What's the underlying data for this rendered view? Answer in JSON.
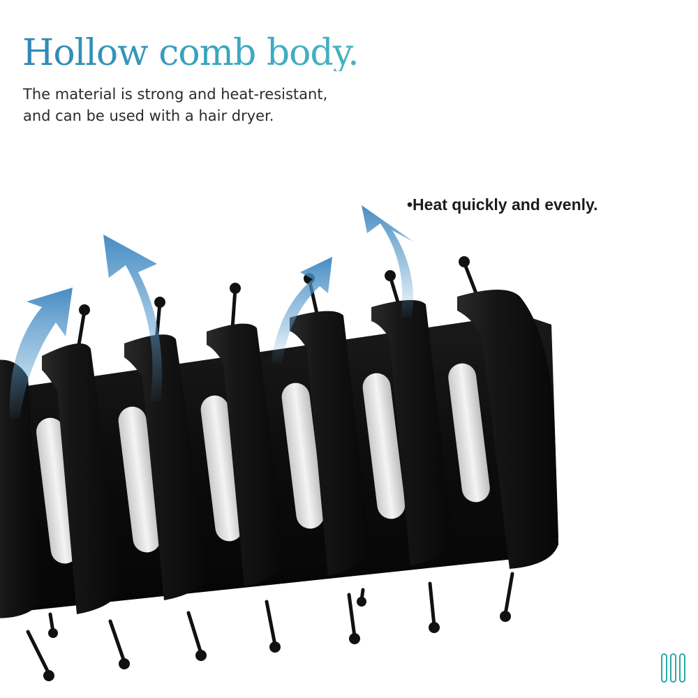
{
  "headline": "Hollow comb body.",
  "description": {
    "line1": "The material is strong and heat-resistant,",
    "line2": "and can be used with a hair dryer."
  },
  "feature_callout": "•Heat quickly and evenly.",
  "colors": {
    "headline_gradient_start": "#2f86b5",
    "headline_gradient_end": "#48b3bf",
    "airflow_arrow": "#5a9ccc",
    "comb_body": "#0d0d0d",
    "indicator": "#2aa8a8"
  },
  "icons": {
    "airflow": "curved-arrow-up-icon",
    "indicator": "vertical-bars-icon"
  }
}
